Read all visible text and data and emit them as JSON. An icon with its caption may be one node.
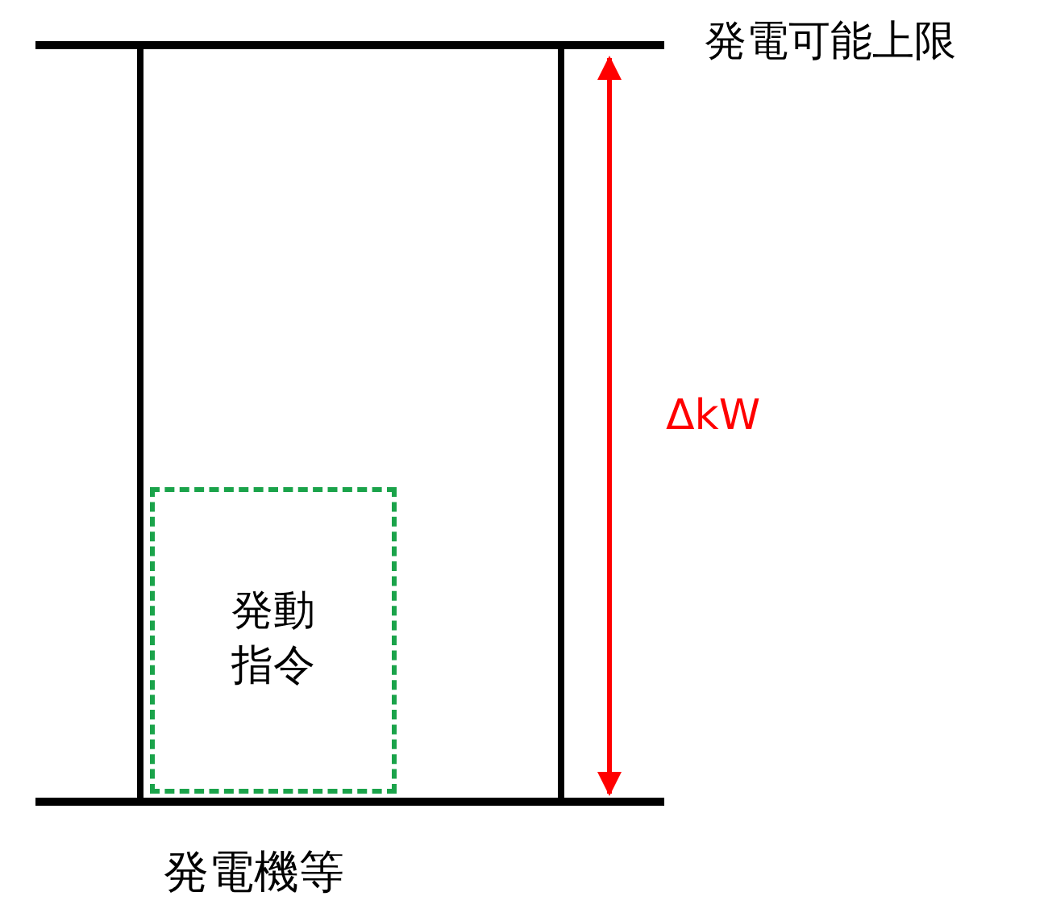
{
  "diagram": {
    "nodes": [
      {
        "text": [
          "発電機等"
        ]
      },
      {
        "text": [
          "発動指令"
        ],
        "in": 0
      }
    ],
    "labels": [
      "発電可能上限",
      "ΔkW"
    ]
  }
}
